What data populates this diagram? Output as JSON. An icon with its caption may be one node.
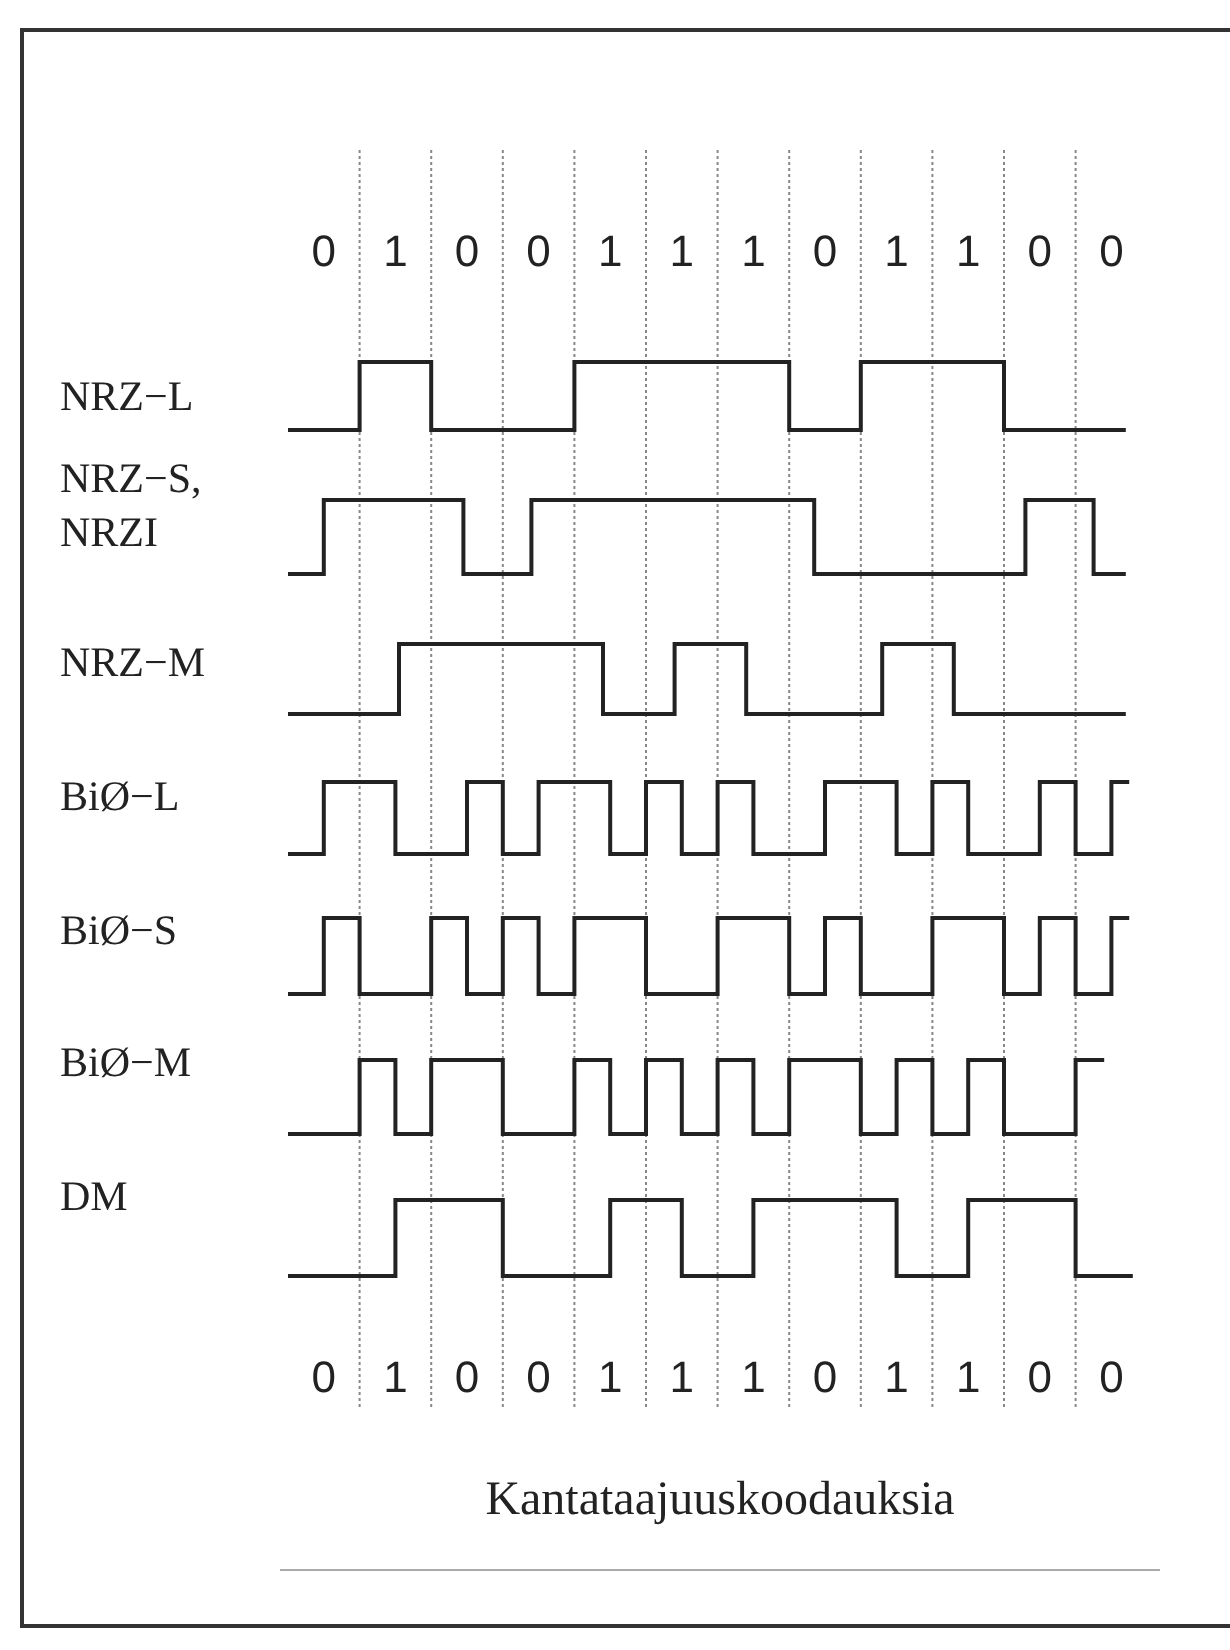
{
  "diagram": {
    "caption": "Kantataajuuskoodauksia",
    "labels": [
      "0",
      "1",
      "0",
      "0",
      "1",
      "1",
      "1",
      "0",
      "1",
      "1",
      "0",
      "0",
      "NRZ−L",
      "NRZ−S, NRZI",
      "NRZ−M",
      "BiØ−L",
      "BiØ−S",
      "BiØ−M",
      "DM",
      "0",
      "1",
      "0",
      "0",
      "1",
      "1",
      "1",
      "0",
      "1",
      "1",
      "0",
      "0"
    ]
  }
}
